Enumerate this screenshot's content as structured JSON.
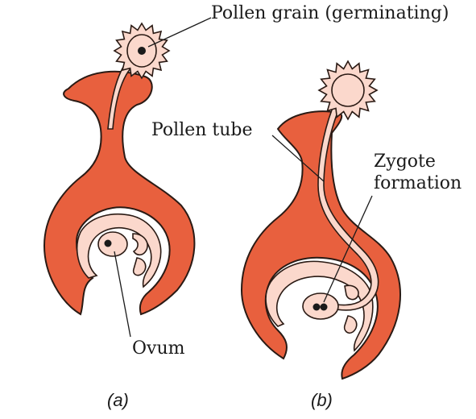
{
  "colors": {
    "tissue": "#e8603e",
    "tissue_stroke": "#2a1a14",
    "inner": "#fbd8cc",
    "nucleus": "#1a1a1a",
    "leader": "#1a1a1a"
  },
  "labels": {
    "pollen_grain": "Pollen grain (germinating)",
    "pollen_tube": "Pollen tube",
    "zygote_line1": "Zygote",
    "zygote_line2": "formation",
    "ovum": "Ovum"
  },
  "captions": {
    "a": "(a)",
    "b": "(b)"
  },
  "icons": [
    "pollen-grain-icon",
    "ovum-icon",
    "zygote-icon"
  ]
}
